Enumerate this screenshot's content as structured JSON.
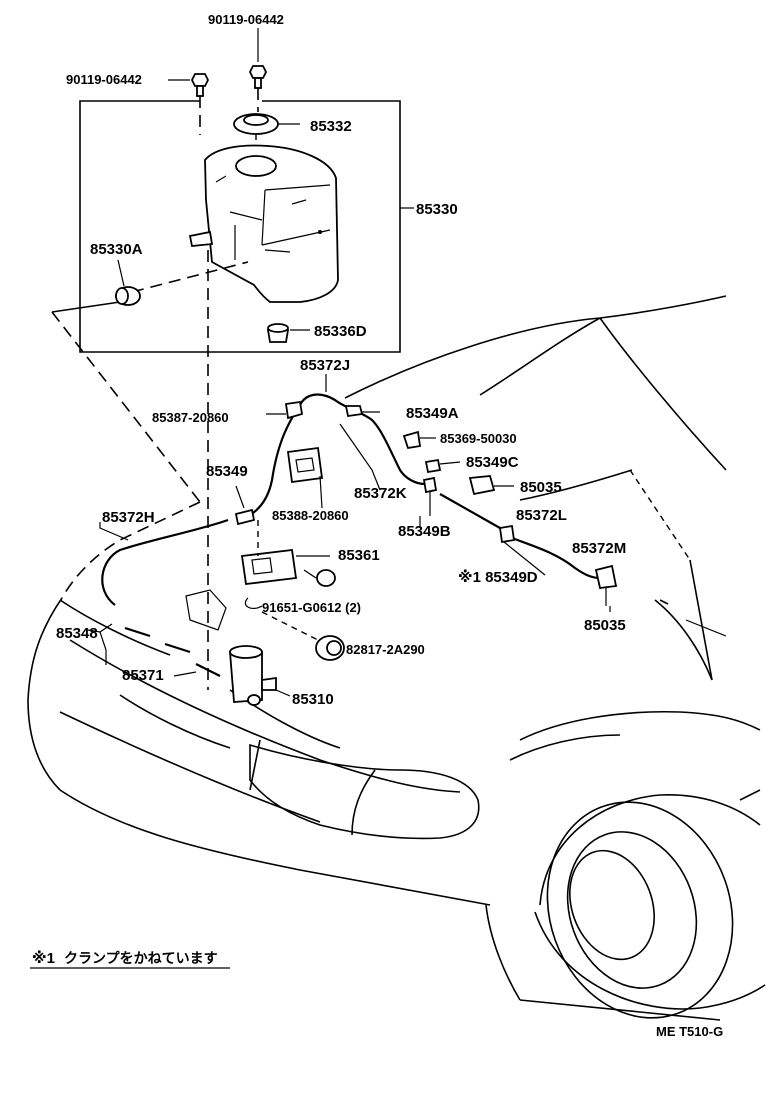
{
  "parts": {
    "bolt_top": "90119-06442",
    "bolt_left": "90119-06442",
    "cap": "85332",
    "tank": "85330",
    "grommet_tank": "85330A",
    "plug": "85336D",
    "hose_j": "85372J",
    "clamp_20860": "85387-20860",
    "joint_a": "85349A",
    "clip_50030": "85369-50030",
    "joint_c": "85349C",
    "joint_plain": "85349",
    "hose_k": "85372K",
    "nozzle_1": "85035",
    "hose_h": "85372H",
    "bracket_20860": "85388-20860",
    "joint_b": "85349B",
    "hose_l": "85372L",
    "bracket_361": "85361",
    "hose_m": "85372M",
    "joint_d": "※1 85349D",
    "screw": "91651-G0612 (2)",
    "nozzle_2": "85035",
    "joint_348": "85348",
    "grommet_82817": "82817-2A290",
    "hose_371": "85371",
    "pump": "85310"
  },
  "note": {
    "mark": "※1",
    "text": "クランプをかねています"
  },
  "code": "ME T510-G"
}
